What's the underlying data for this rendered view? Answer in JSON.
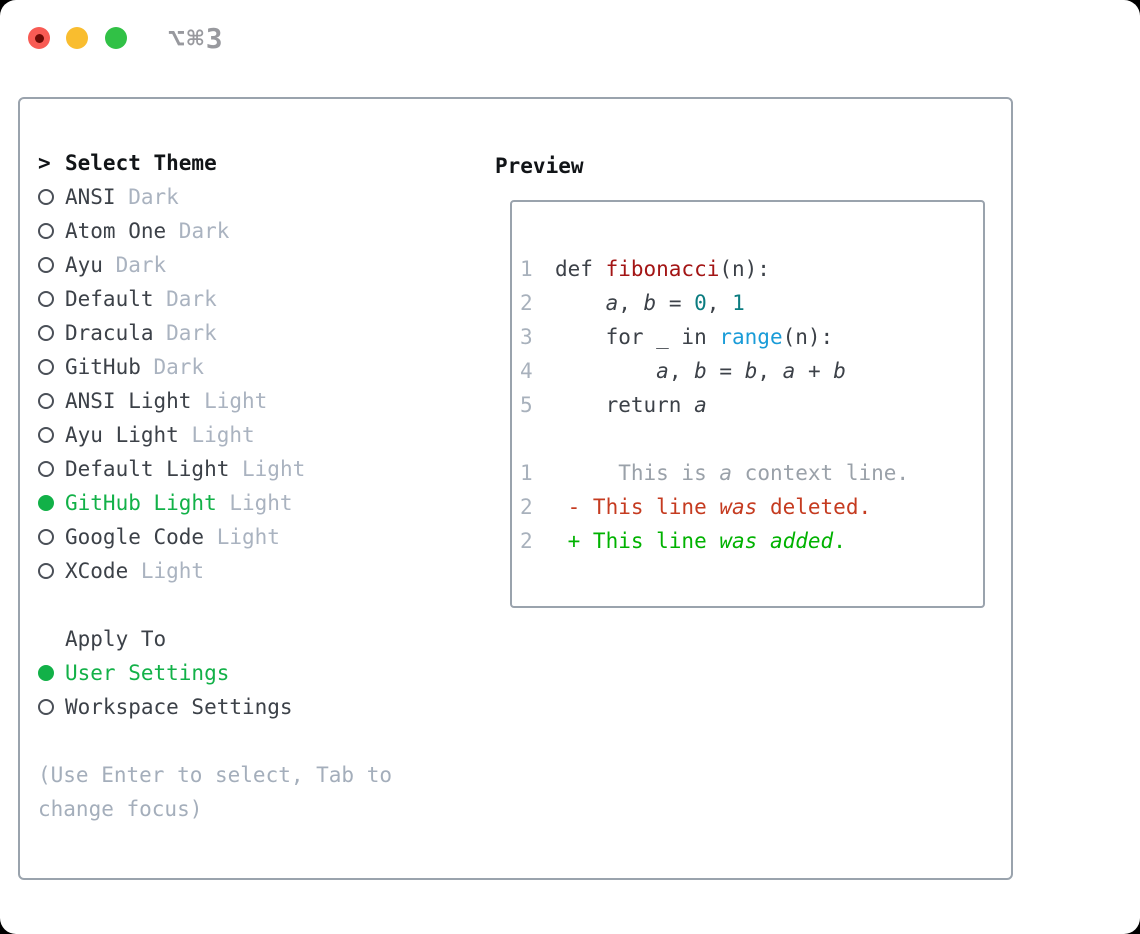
{
  "window": {
    "shortcut": "⌥⌘3",
    "traffic_lights": [
      {
        "name": "close",
        "color": "#f85b54"
      },
      {
        "name": "minimize",
        "color": "#f9bd2f"
      },
      {
        "name": "zoom",
        "color": "#31c146"
      }
    ]
  },
  "theme_panel": {
    "pointer": ">",
    "title": "Select Theme",
    "items": [
      {
        "name": "ANSI",
        "variant": "Dark",
        "selected": false
      },
      {
        "name": "Atom One",
        "variant": "Dark",
        "selected": false
      },
      {
        "name": "Ayu",
        "variant": "Dark",
        "selected": false
      },
      {
        "name": "Default",
        "variant": "Dark",
        "selected": false
      },
      {
        "name": "Dracula",
        "variant": "Dark",
        "selected": false
      },
      {
        "name": "GitHub",
        "variant": "Dark",
        "selected": false
      },
      {
        "name": "ANSI Light",
        "variant": "Light",
        "selected": false
      },
      {
        "name": "Ayu Light",
        "variant": "Light",
        "selected": false
      },
      {
        "name": "Default Light",
        "variant": "Light",
        "selected": false
      },
      {
        "name": "GitHub Light",
        "variant": "Light",
        "selected": true
      },
      {
        "name": "Google Code",
        "variant": "Light",
        "selected": false
      },
      {
        "name": "XCode",
        "variant": "Light",
        "selected": false
      }
    ]
  },
  "apply_panel": {
    "title": "Apply To",
    "options": [
      {
        "label": "User Settings",
        "selected": true
      },
      {
        "label": "Workspace Settings",
        "selected": false
      }
    ]
  },
  "help": {
    "text": "(Use Enter to select, Tab to change focus)"
  },
  "preview": {
    "title": "Preview",
    "code_lines": [
      {
        "n": "1",
        "t": [
          [
            "def ",
            "p"
          ],
          [
            "fibonacci",
            "fn"
          ],
          [
            "(n):",
            "p"
          ]
        ]
      },
      {
        "n": "2",
        "t": [
          [
            "    ",
            "p"
          ],
          [
            "a",
            "id"
          ],
          [
            ", ",
            "p"
          ],
          [
            "b",
            "id"
          ],
          [
            " = ",
            "p"
          ],
          [
            "0",
            "nm"
          ],
          [
            ", ",
            "p"
          ],
          [
            "1",
            "nm"
          ]
        ]
      },
      {
        "n": "3",
        "t": [
          [
            "    for _ in ",
            "p"
          ],
          [
            "range",
            "bi"
          ],
          [
            "(n):",
            "p"
          ]
        ]
      },
      {
        "n": "4",
        "t": [
          [
            "        ",
            "p"
          ],
          [
            "a",
            "id"
          ],
          [
            ", ",
            "p"
          ],
          [
            "b",
            "id"
          ],
          [
            " = ",
            "p"
          ],
          [
            "b",
            "id"
          ],
          [
            ", ",
            "p"
          ],
          [
            "a",
            "id"
          ],
          [
            " + ",
            "p"
          ],
          [
            "b",
            "id"
          ]
        ]
      },
      {
        "n": "5",
        "t": [
          [
            "    return ",
            "p"
          ],
          [
            "a",
            "id"
          ]
        ]
      },
      {
        "n": "",
        "t": []
      },
      {
        "n": "1",
        "t": [
          [
            "     This is ",
            "cx"
          ],
          [
            "a",
            "cxi"
          ],
          [
            " context line.",
            "cx"
          ]
        ]
      },
      {
        "n": "2",
        "t": [
          [
            " - This line ",
            "dl"
          ],
          [
            "was",
            "dli"
          ],
          [
            " deleted.",
            "dl"
          ]
        ]
      },
      {
        "n": "2",
        "t": [
          [
            " + This line ",
            "ad"
          ],
          [
            "was",
            "adi"
          ],
          [
            " ",
            "ad"
          ],
          [
            "added",
            "adi"
          ],
          [
            ".",
            "ad"
          ]
        ]
      }
    ]
  },
  "colors": {
    "selected_green": "#12b148",
    "text_dark": "#3c4148",
    "text_faded": "#aab3c0",
    "border_gray": "#9aa3ad",
    "function_red": "#a31515",
    "number_teal": "#0b7c80",
    "builtin_blue": "#1a9cd8",
    "diff_deleted_red": "#c53b20",
    "diff_added_green": "#00b200",
    "context_gray": "#9aa1a9",
    "line_number_gray": "#a8b1bc"
  }
}
